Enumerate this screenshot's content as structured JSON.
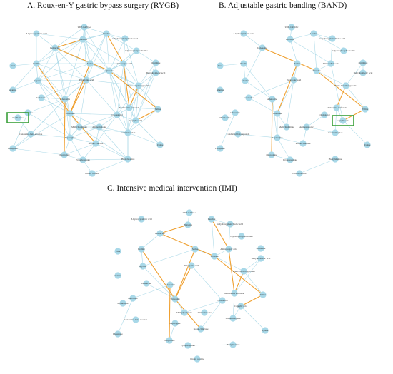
{
  "titles": {
    "a": "A. Roux-en-Y gastric bypass surgery (RYGB)",
    "b": "B. Adjustable gastric banding (BAND)",
    "c": "C. Intensive medical intervention (IMI)"
  },
  "colors": {
    "node": "#a8d8e8",
    "edge_light": "#9fd3e4",
    "edge_strong": "#f0a030",
    "highlight": "#3aa03a"
  },
  "nodes": [
    "UDP-GlcNAc",
    "3-hydroxyvaleric acid",
    "Histidine",
    "Leucine",
    "4-hydroxyphenyllactic acid",
    "Isoleucine",
    "Glycerophosphocholine",
    "Proline",
    "Serine",
    "Aminoadipic acid",
    "Ornithine",
    "Urea",
    "Pelargonic acid",
    "Tyrosine",
    "Dehydroabietic acid",
    "Glycine",
    "Trans-4-hydroxyproline",
    "Alanine",
    "Methionine",
    "Cholesterol",
    "Caprylic acid",
    "Threonine",
    "Methionine sulfoxide",
    "Valine",
    "Acetaminophen",
    "Conduritol-beta-epoxide",
    "Asparagine",
    "Isoleucine",
    "Indole-3-lactate",
    "Lysine",
    "Gluconate",
    "Phosphate",
    "Oxoproline",
    "Pyrophosphate",
    "Phenylalanine",
    "Pinitol oxalate",
    "Aminomalonic",
    "Methylpalmitate",
    "Adenosine"
  ]
}
